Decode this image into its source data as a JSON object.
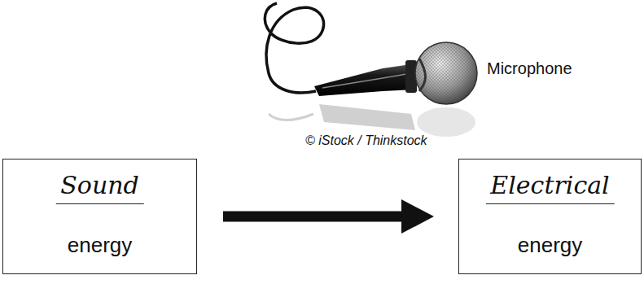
{
  "diagram": {
    "nodes": [
      {
        "text": [
          "Sound",
          "energy"
        ]
      },
      {
        "text": [
          "Electrical",
          "energy"
        ]
      }
    ],
    "edges": [
      {
        "from": 0,
        "to": 1,
        "arrow": "to"
      }
    ],
    "labels": [
      "Microphone",
      "© iStock / Thinkstock"
    ]
  }
}
